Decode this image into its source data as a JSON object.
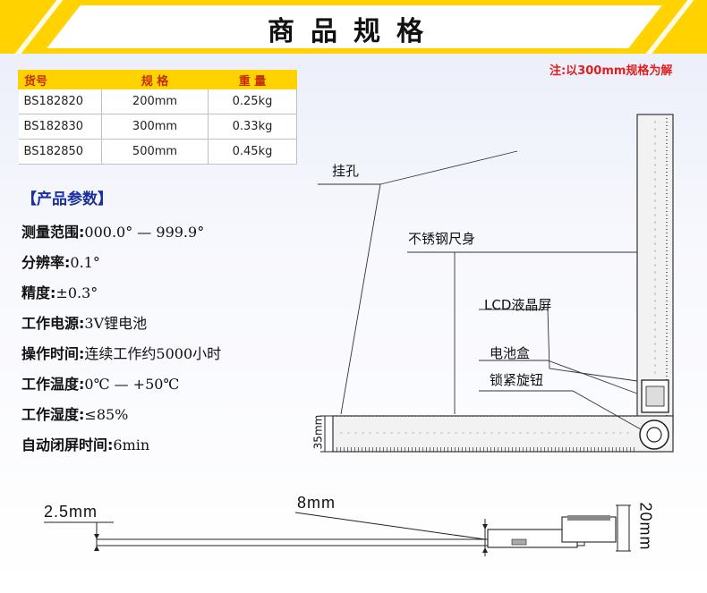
{
  "header": {
    "title": "商品规格"
  },
  "note": "注:以300mm规格为解",
  "spec_table": {
    "columns": [
      "货号",
      "规 格",
      "重 量"
    ],
    "rows": [
      [
        "BS182820",
        "200mm",
        "0.25kg"
      ],
      [
        "BS182830",
        "300mm",
        "0.33kg"
      ],
      [
        "BS182850",
        "500mm",
        "0.45kg"
      ]
    ]
  },
  "params": {
    "heading": "【产品参数】",
    "items": [
      {
        "label": "测量范围:",
        "value": "000.0°  —  999.9°"
      },
      {
        "label": "分辨率:",
        "value": "0.1°"
      },
      {
        "label": "精度:",
        "value": "±0.3°"
      },
      {
        "label": "工作电源:",
        "value": "3V锂电池"
      },
      {
        "label": "操作时间:",
        "value": "连续工作约5000小时"
      },
      {
        "label": "工作温度:",
        "value": "0℃  —  +50℃"
      },
      {
        "label": "工作湿度:",
        "value": "≤85%"
      },
      {
        "label": "自动闭屏时间:",
        "value": "6min"
      }
    ]
  },
  "diagram": {
    "labels": {
      "hang_hole": "挂孔",
      "steel_body": "不锈钢尺身",
      "lcd": "LCD液晶屏",
      "battery": "电池盒",
      "lock_knob": "锁紧旋钮",
      "width": "35mm"
    },
    "dimensions": {
      "thickness": "2.5mm",
      "offset": "8mm",
      "height": "20mm"
    }
  },
  "colors": {
    "accent": "#ffd200",
    "header_text": "#c03000",
    "note": "#e02020",
    "param_heading": "#1a2fa0"
  }
}
